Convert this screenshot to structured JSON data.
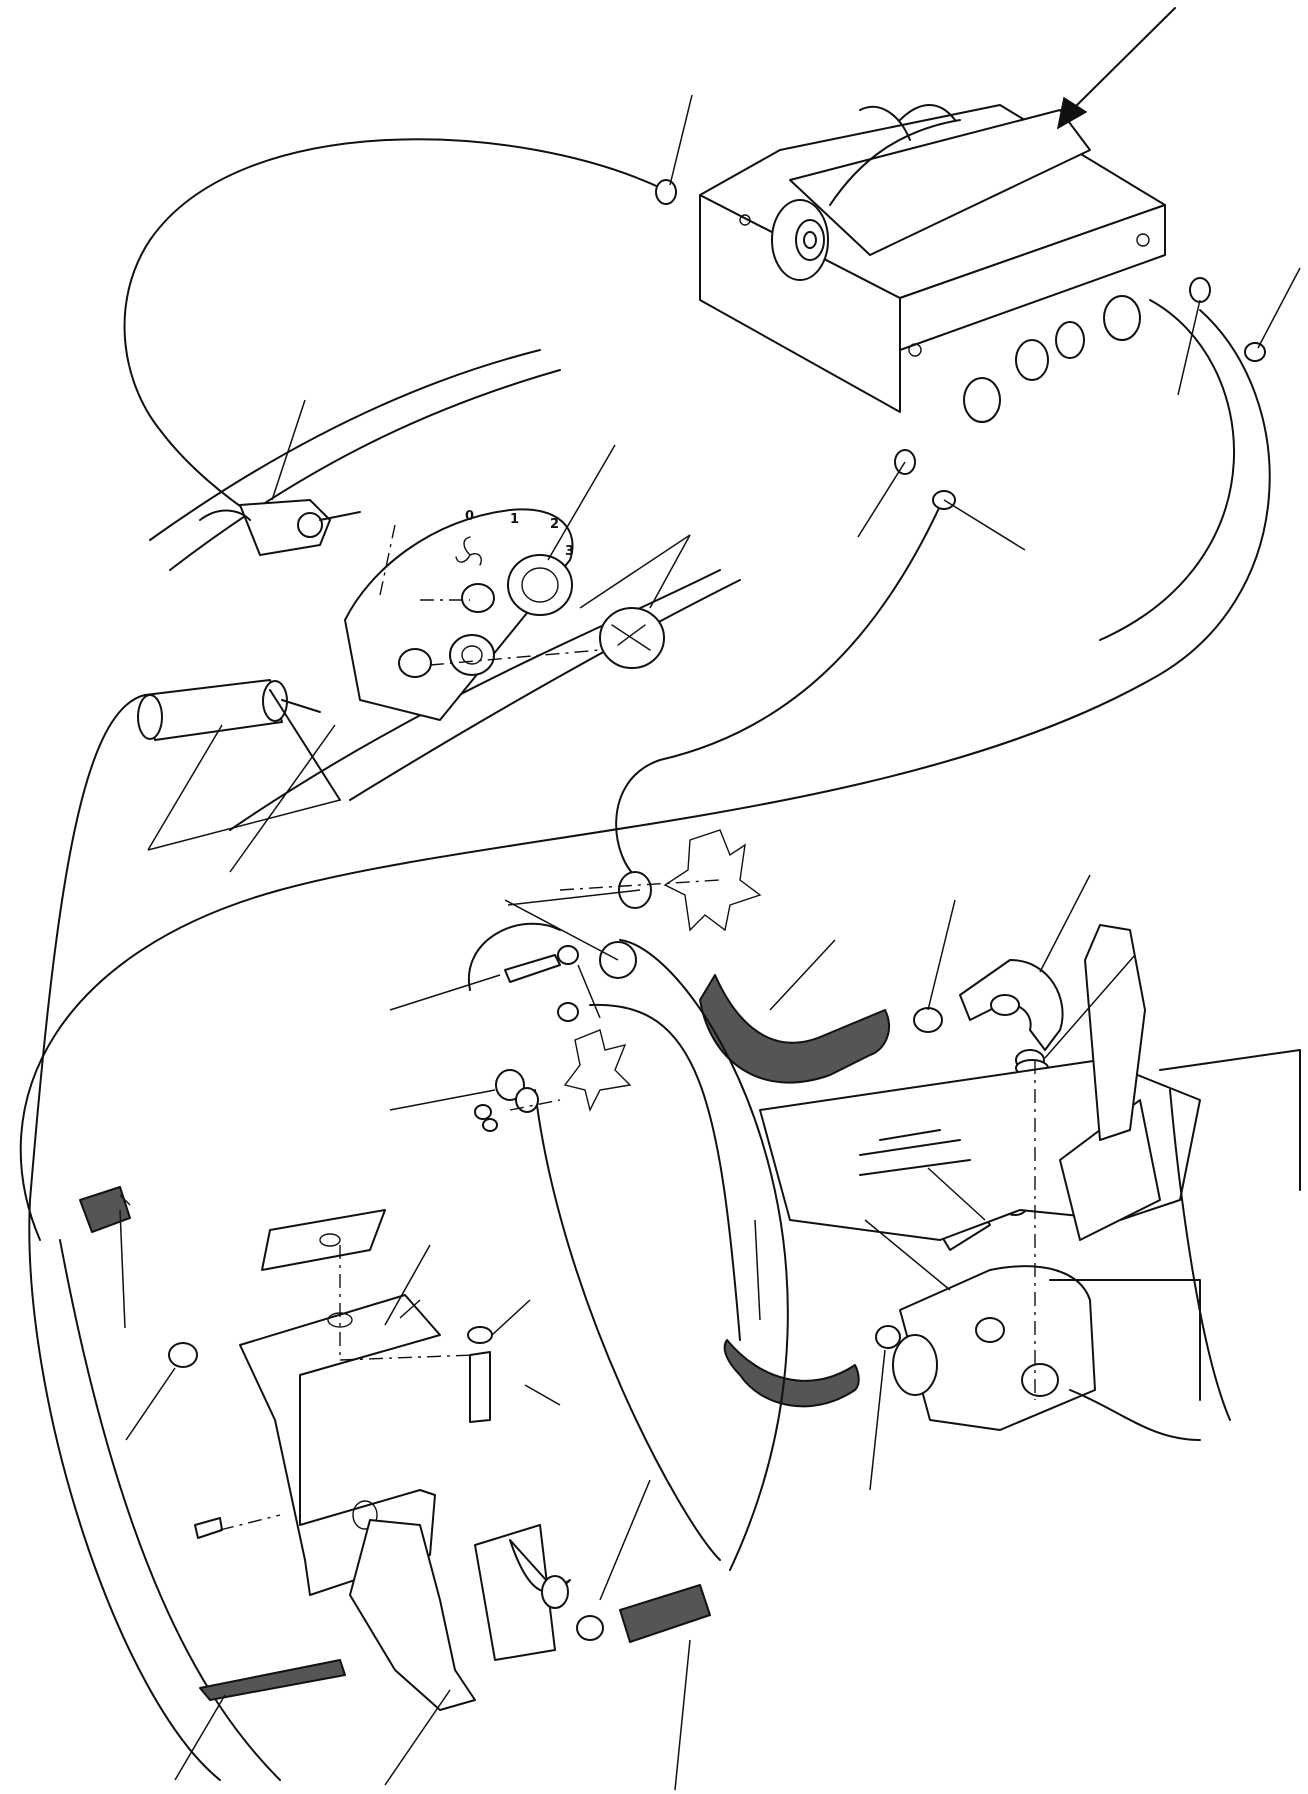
{
  "diagram": {
    "heater_speed_dial": [
      "0",
      "1",
      "2",
      "3"
    ],
    "fan_icon": "fan-icon",
    "colors": {
      "line": "#111111",
      "foam": "#555555",
      "background": "#ffffff"
    }
  }
}
